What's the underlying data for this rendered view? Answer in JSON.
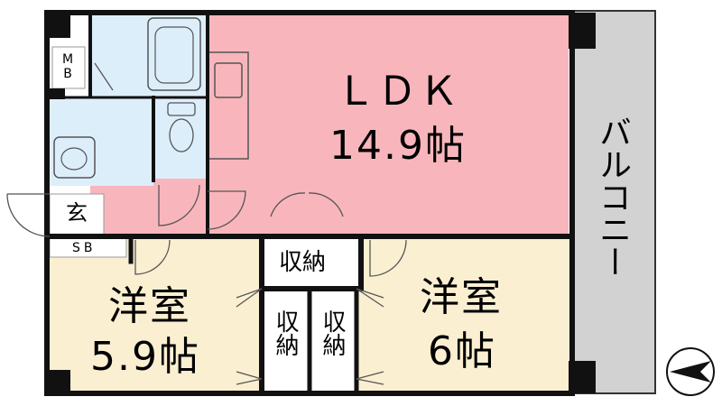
{
  "rooms": {
    "ldk": {
      "name": "ＬＤＫ",
      "size": "14.9帖"
    },
    "western_left": {
      "name": "洋室",
      "size": "5.9帖"
    },
    "western_right": {
      "name": "洋室",
      "size": "6帖"
    },
    "storage_top": "収納",
    "storage_mid_left": "収納",
    "storage_mid_right": "収納",
    "mb": "MB",
    "entrance": "玄",
    "shoe_box": "SB",
    "balcony": "バルコニー"
  },
  "colors": {
    "ldk": "#F8B6BC",
    "western": "#FBEFD2",
    "wet_area": "#DDEEFB",
    "balcony": "#D2D2D2",
    "storage": "#FFFFFF",
    "wall": "#111111"
  },
  "icons": {
    "compass": "north-arrow-icon"
  }
}
